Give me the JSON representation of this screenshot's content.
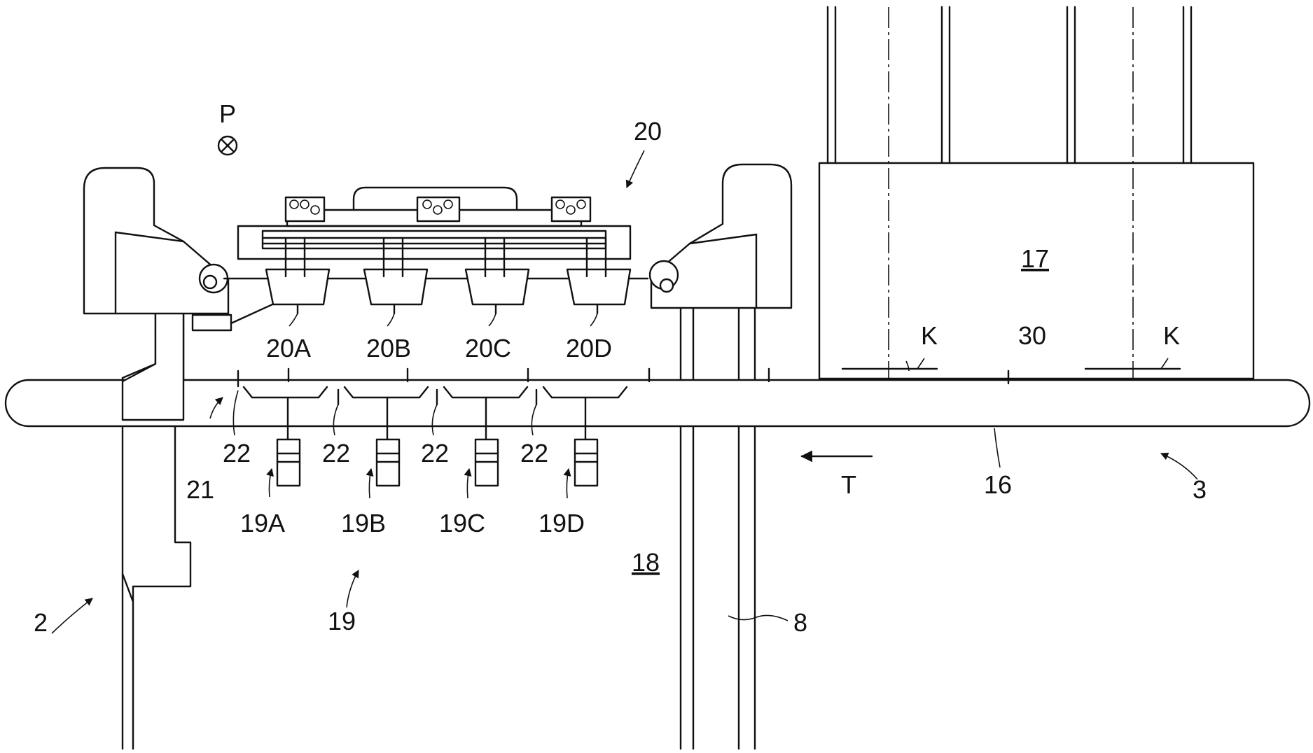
{
  "labels": {
    "P": "P",
    "n20": "20",
    "n17": "17",
    "K1": "K",
    "K2": "K",
    "n30": "30",
    "n20A": "20A",
    "n20B": "20B",
    "n20C": "20C",
    "n20D": "20D",
    "n22a": "22",
    "n22b": "22",
    "n22c": "22",
    "n22d": "22",
    "n21": "21",
    "n19A": "19A",
    "n19B": "19B",
    "n19C": "19C",
    "n19D": "19D",
    "T": "T",
    "n16": "16",
    "n3": "3",
    "n18": "18",
    "n2": "2",
    "n19": "19",
    "n8": "8"
  }
}
